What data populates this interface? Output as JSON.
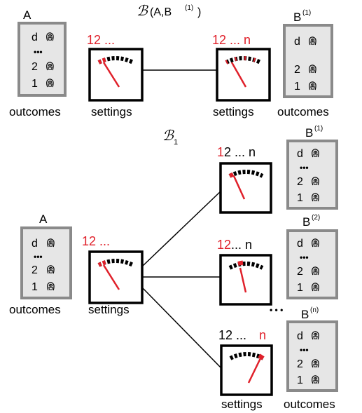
{
  "top": {
    "title_script": "ℬ",
    "title_rest": "(A,B",
    "title_sup": "(1)",
    "title_close": ")",
    "party_a": "A",
    "party_b": "B",
    "party_b_sup": "(1)",
    "a_outcomes": [
      "d",
      "•••",
      "2",
      "1"
    ],
    "b_outcomes": [
      "d",
      "2",
      "1"
    ],
    "a_settings_value": "12 ...",
    "b_settings_value": "12 ... n",
    "outcomes_label": "outcomes",
    "settings_label": "settings"
  },
  "bottom": {
    "title_script": "ℬ",
    "title_sub": "1",
    "party_a": "A",
    "a_outcomes": [
      "d",
      "•••",
      "2",
      "1"
    ],
    "a_settings_value": "12 ...",
    "ellipsis": "• • •",
    "branches": [
      {
        "name": "B",
        "sup": "(1)",
        "settings_prefix": "1",
        "settings_rest": "2 ... n",
        "outcomes": [
          "d",
          "•••",
          "2",
          "1"
        ]
      },
      {
        "name": "B",
        "sup": "(2)",
        "settings_prefix": "12",
        "settings_rest": " ... n",
        "outcomes": [
          "d",
          "•••",
          "2",
          "1"
        ]
      },
      {
        "name": "B",
        "sup": "(n)",
        "settings_prefix": "12 ... ",
        "settings_rest": "n",
        "outcomes": [
          "d",
          "•••",
          "2",
          "1"
        ]
      }
    ],
    "outcomes_label": "outcomes",
    "settings_label": "settings"
  },
  "colors": {
    "accent_red": "#e0202a",
    "box_gray": "#8a8a8a",
    "box_fill": "#e6e6e6"
  },
  "icons": [
    "hand-icon"
  ]
}
